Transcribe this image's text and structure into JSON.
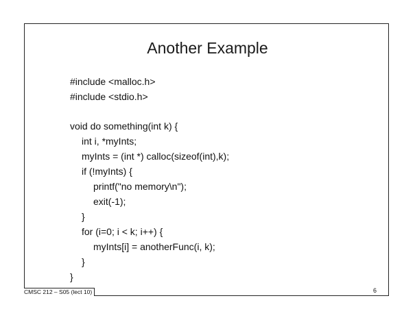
{
  "slide": {
    "title": "Another Example",
    "code_lines": [
      "#include <malloc.h>",
      "#include <stdio.h>",
      "void do something(int k) {",
      "int i, *myInts;",
      "myInts = (int *) calloc(sizeof(int),k);",
      "if (!myInts) {",
      "printf(\"no memory\\n\");",
      "exit(-1);",
      "}",
      "for (i=0; i < k; i++) {",
      "myInts[i] = anotherFunc(i, k);",
      "}",
      "}"
    ],
    "footer": "CMSC 212 – S05 (lect 10)",
    "page_number": "6"
  }
}
